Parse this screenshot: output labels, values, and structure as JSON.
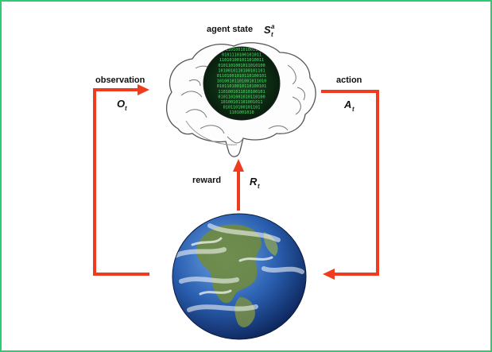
{
  "diagram": {
    "agent_state_label": "agent state",
    "agent_state_symbol": "S",
    "agent_state_sub": "t",
    "agent_state_sup": "a",
    "observation_label": "observation",
    "observation_symbol": "O",
    "observation_sub": "t",
    "action_label": "action",
    "action_symbol": "A",
    "action_sub": "t",
    "reward_label": "reward",
    "reward_symbol": "R",
    "reward_sub": "t",
    "binary_rows": [
      "1101001010011",
      "0101110100101011",
      "110101001011010011",
      "0101101001011010100",
      "1010010110100101101",
      "01101001010110100101",
      "10100101101001011010",
      "01011010010110100101",
      "1101001011010100101",
      "0101101001010110100",
      "10100101101001011",
      "010110100101101",
      "1101001010"
    ]
  },
  "colors": {
    "arrow": "#ef3b1e",
    "frame": "#2ecc71",
    "ocean": "#1f4f9c",
    "screen": "#0d2a14"
  },
  "icons": {
    "brain": "brain-icon",
    "earth": "earth-icon"
  }
}
